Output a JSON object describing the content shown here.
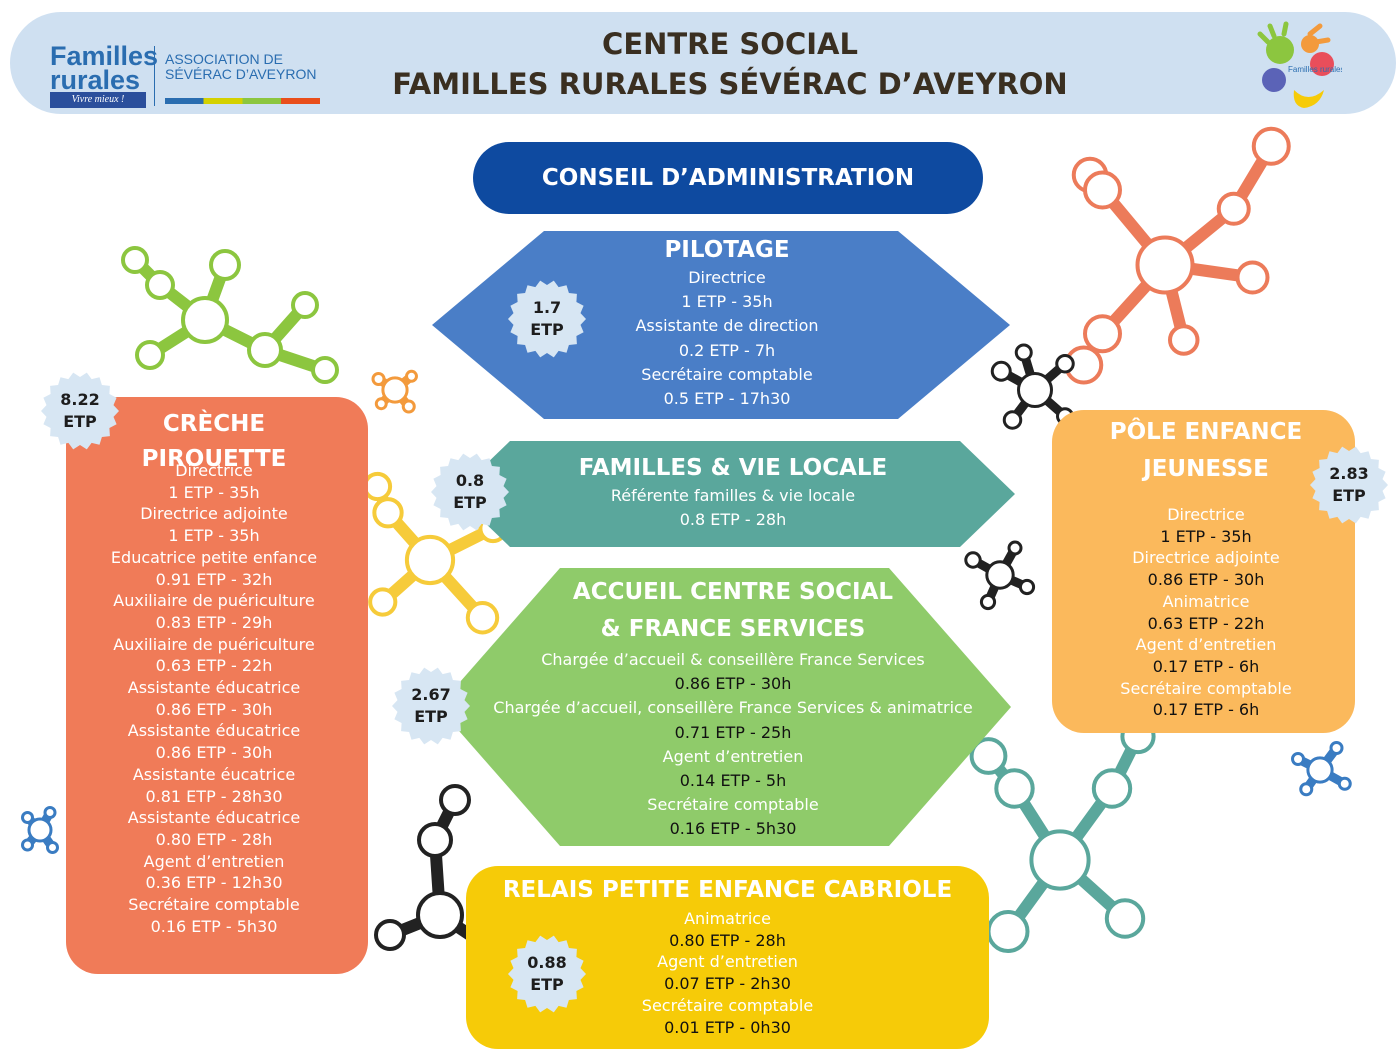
{
  "header": {
    "title_line1": "CENTRE SOCIAL",
    "title_line2": "FAMILLES RURALES SÉVÉRAC D’AVEYRON",
    "logo_text_line1": "Familles",
    "logo_text_line2": "rurales",
    "logo_tagline": "Vivre mieux !",
    "association_line1": "ASSOCIATION DE",
    "association_line2": "SÉVÉRAC D’AVEYRON",
    "right_logo_text": "Familles rurales"
  },
  "conseil": {
    "label": "CONSEIL D’ADMINISTRATION"
  },
  "pilotage": {
    "title": "PILOTAGE",
    "etp": [
      "1.7",
      "ETP"
    ],
    "lines": [
      "Directrice",
      "1 ETP - 35h",
      "Assistante de direction",
      "0.2 ETP - 7h",
      "Secrétaire comptable",
      "0.5 ETP - 17h30"
    ]
  },
  "familles": {
    "title": "FAMILLES & VIE LOCALE",
    "etp": [
      "0.8",
      "ETP"
    ],
    "lines": [
      "Référente familles & vie locale",
      "0.8 ETP - 28h"
    ]
  },
  "accueil": {
    "title_line1": "ACCUEIL CENTRE SOCIAL",
    "title_line2": "& FRANCE SERVICES",
    "etp": [
      "2.67",
      "ETP"
    ],
    "lines": [
      "Chargée d’accueil & conseillère France Services",
      "0.86 ETP - 30h",
      "Chargée d’accueil, conseillère France Services & animatrice",
      "0.71 ETP - 25h",
      "Agent d’entretien",
      "0.14 ETP - 5h",
      "Secrétaire comptable",
      "0.16 ETP - 5h30"
    ]
  },
  "creche": {
    "title_line1": "CRÈCHE",
    "title_line2": "PIROUETTE",
    "etp": [
      "8.22",
      "ETP"
    ],
    "lines": [
      "Directrice",
      "1 ETP - 35h",
      "Directrice adjointe",
      "1 ETP - 35h",
      "Educatrice petite enfance",
      "0.91 ETP - 32h",
      "Auxiliaire de puériculture",
      "0.83 ETP - 29h",
      "Auxiliaire de puériculture",
      "0.63 ETP - 22h",
      "Assistante éducatrice",
      "0.86 ETP - 30h",
      "Assistante éducatrice",
      "0.86 ETP - 30h",
      "Assistante éucatrice",
      "0.81 ETP - 28h30",
      "Assistante éducatrice",
      "0.80 ETP - 28h",
      "Agent d’entretien",
      "0.36 ETP - 12h30",
      "Secrétaire comptable",
      "0.16 ETP - 5h30"
    ]
  },
  "pole": {
    "title_line1": "PÔLE ENFANCE",
    "title_line2": "JEUNESSE",
    "etp": [
      "2.83",
      "ETP"
    ],
    "lines": [
      "Directrice",
      "1 ETP - 35h",
      "Directrice adjointe",
      "0.86 ETP - 30h",
      "Animatrice",
      "0.63 ETP - 22h",
      "Agent d’entretien",
      "0.17 ETP - 6h",
      "Secrétaire comptable",
      "0.17 ETP - 6h"
    ]
  },
  "relais": {
    "title": "RELAIS PETITE ENFANCE CABRIOLE",
    "etp": [
      "0.88",
      "ETP"
    ],
    "lines": [
      "Animatrice",
      "0.80 ETP - 28h",
      "Agent d’entretien",
      "0.07 ETP - 2h30",
      "Secrétaire comptable",
      "0.01 ETP - 0h30"
    ]
  },
  "colors": {
    "header_bg": "#cfe0f1",
    "conseil": "#0e4aa0",
    "pilotage": "#4a7ec7",
    "familles": "#5aa79c",
    "accueil": "#8fcb6a",
    "creche": "#f07b58",
    "pole": "#fbb95c",
    "relais": "#f6cb08",
    "badge": "#d7e6f3"
  }
}
